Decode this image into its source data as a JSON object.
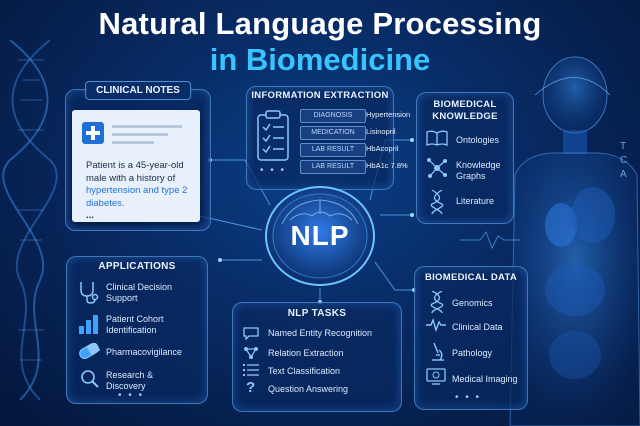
{
  "title": {
    "line1": "Natural Language Processing",
    "line2": "in Biomedicine"
  },
  "center": {
    "label": "NLP"
  },
  "clinical_notes": {
    "title": "CLINICAL NOTES",
    "text_before": "Patient is a 45-year-old male with a history of ",
    "highlight": "hypertension and type 2 diabetes.",
    "ellipsis": "..."
  },
  "information_extraction": {
    "title": "INFORMATION EXTRACTION",
    "rows": [
      {
        "label": "DIAGNOSIS",
        "value": "Hypertension"
      },
      {
        "label": "MEDICATION",
        "value": "Lisinopril"
      },
      {
        "label": "LAB RESULT",
        "value": "HbAcopril"
      },
      {
        "label": "LAB RESULT",
        "value": "HbA1c 7.8%"
      }
    ],
    "ellipsis": "• • •"
  },
  "biomedical_knowledge": {
    "title_line1": "BIOMEDICAL",
    "title_line2": "KNOWLEDGE",
    "items": [
      "Ontologies",
      "Knowledge Graphs",
      "Literature"
    ],
    "icons": [
      "book-icon",
      "network-icon",
      "dna-icon"
    ]
  },
  "applications": {
    "title": "APPLICATIONS",
    "items": [
      "Clinical Decision Support",
      "Patient Cohort Identification",
      "Pharmacovigilance",
      "Research & Discovery"
    ],
    "icons": [
      "stethoscope-icon",
      "bar-chart-icon",
      "pill-icon",
      "magnifier-icon"
    ],
    "ellipsis": "• • •"
  },
  "nlp_tasks": {
    "title": "NLP TASKS",
    "items": [
      "Named Entity Recognition",
      "Relation Extraction",
      "Text Classification",
      "Question Answering"
    ],
    "icons": [
      "chat-icon",
      "relation-icon",
      "list-icon",
      "question-icon"
    ]
  },
  "biomedical_data": {
    "title": "BIOMEDICAL DATA",
    "items": [
      "Genomics",
      "Clinical Data",
      "Pathology",
      "Medical Imaging"
    ],
    "icons": [
      "dna-icon",
      "pulse-icon",
      "microscope-icon",
      "monitor-icon"
    ],
    "ellipsis": "• • •"
  },
  "colors": {
    "background": "#082a63",
    "accent": "#38c4ff",
    "panel_border": "#6fb8ff",
    "text": "#e8f4ff"
  }
}
